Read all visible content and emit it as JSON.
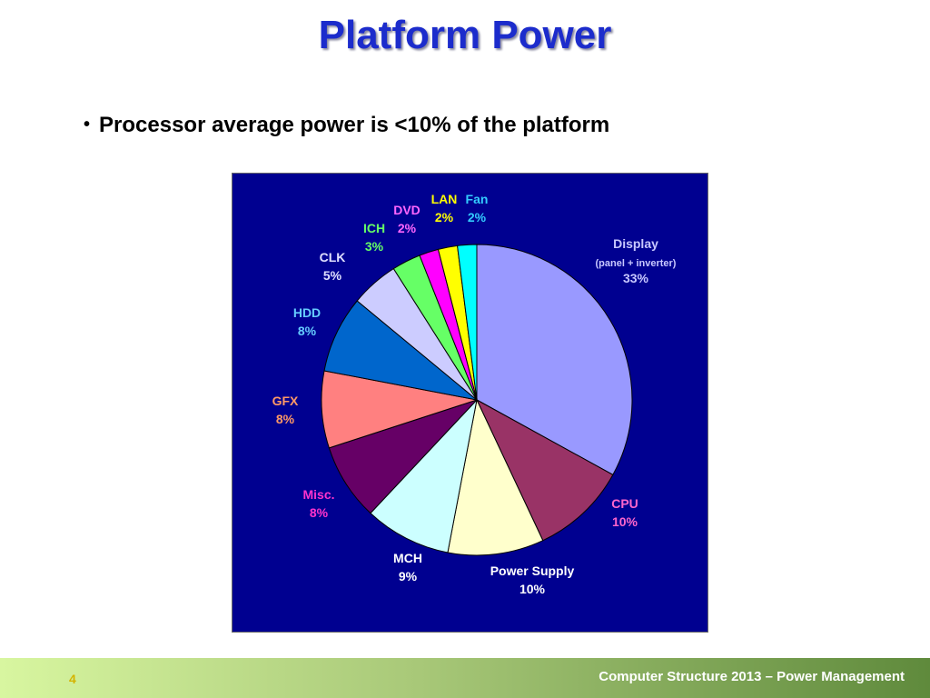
{
  "slide": {
    "title": "Platform Power",
    "bullet": "Processor average power is <10% of the platform",
    "bullet_symbol": "•"
  },
  "footer": {
    "page_number": "4",
    "text": "Computer Structure 2013 – Power Management"
  },
  "chart_data": {
    "type": "pie",
    "title": "",
    "start_angle_deg": 0,
    "direction": "clockwise",
    "slices": [
      {
        "name": "Display",
        "sublabel": "(panel + inverter)",
        "value": 33,
        "label": "33%",
        "color": "#9999ff",
        "label_color": "#c8c8ff"
      },
      {
        "name": "CPU",
        "value": 10,
        "label": "10%",
        "color": "#993366",
        "label_color": "#ff66cc"
      },
      {
        "name": "Power Supply",
        "value": 10,
        "label": "10%",
        "color": "#ffffcc",
        "label_color": "#ffffff"
      },
      {
        "name": "MCH",
        "value": 9,
        "label": "9%",
        "color": "#ccffff",
        "label_color": "#ffffff"
      },
      {
        "name": "Misc.",
        "value": 8,
        "label": "8%",
        "color": "#660066",
        "label_color": "#ff33cc"
      },
      {
        "name": "GFX",
        "value": 8,
        "label": "8%",
        "color": "#ff8080",
        "label_color": "#ff9966"
      },
      {
        "name": "HDD",
        "value": 8,
        "label": "8%",
        "color": "#0066cc",
        "label_color": "#66ccff"
      },
      {
        "name": "CLK",
        "value": 5,
        "label": "5%",
        "color": "#ccccff",
        "label_color": "#e0e0ff"
      },
      {
        "name": "ICH",
        "value": 3,
        "label": "3%",
        "color": "#66ff66",
        "label_color": "#66ff66"
      },
      {
        "name": "DVD",
        "value": 2,
        "label": "2%",
        "color": "#ff00ff",
        "label_color": "#ff66ff"
      },
      {
        "name": "LAN",
        "value": 2,
        "label": "2%",
        "color": "#ffff00",
        "label_color": "#ffff00"
      },
      {
        "name": "Fan",
        "value": 2,
        "label": "2%",
        "color": "#00ffff",
        "label_color": "#33ccff"
      }
    ]
  }
}
